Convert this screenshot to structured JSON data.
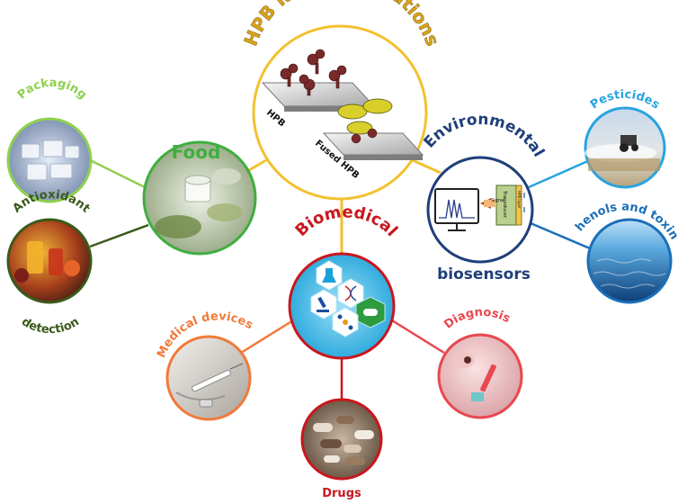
{
  "title": "HPB layer applications",
  "center": {
    "hpb_label": "HPB",
    "fused_label": "Fused HPB"
  },
  "food": {
    "label": "Food",
    "packaging": "Packaging",
    "antioxidant_line1": "Antioxidant",
    "antioxidant_line2": "detection"
  },
  "environmental": {
    "label_line1": "Environmental",
    "label_line2": "biosensors",
    "signal": "Signal",
    "transducer": "Transducer",
    "hpb_layer": "HPB layer",
    "pesticides": "Pesticides",
    "phenols": "Phenols and toxins"
  },
  "biomedical": {
    "label": "Biomedical",
    "medical_devices": "Medical devices",
    "diagnosis": "Diagnosis",
    "drugs": "Drugs"
  },
  "colors": {
    "title": "#d9a31a",
    "center_ring": "#f2c12e",
    "food": "#3fae3f",
    "food_dark": "#3a5a1a",
    "packaging": "#8fd14f",
    "environmental": "#1f3f7a",
    "pesticides": "#29a3e0",
    "phenols": "#1b6fb8",
    "biomedical": "#c8171e",
    "medical_devices": "#f07a3a",
    "diagnosis": "#e8484f",
    "drugs": "#c8171e"
  }
}
